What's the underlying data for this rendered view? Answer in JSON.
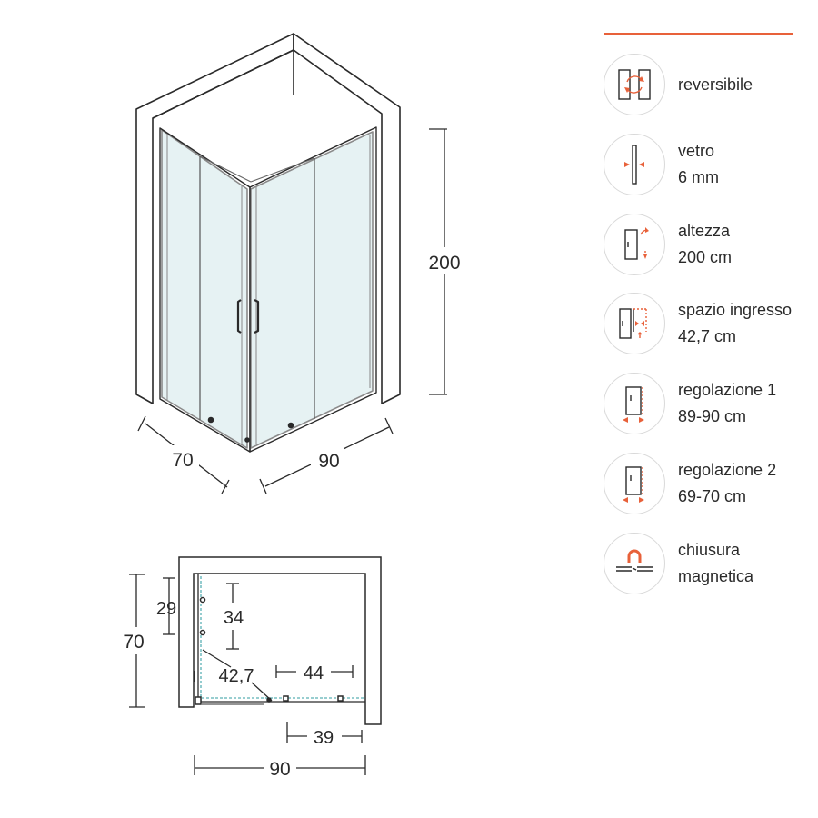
{
  "colors": {
    "accent": "#e8613a",
    "line": "#2a2a2a",
    "wall": "#ffffff",
    "glass": "#e6f2f3",
    "frame": "#9a9a9a"
  },
  "elevation": {
    "height_label": "200",
    "depth_label": "70",
    "width_label": "90"
  },
  "plan": {
    "depth_label": "70",
    "door_a_label": "29",
    "door_b_label": "34",
    "entry_label": "42,7",
    "door_c_label": "44",
    "door_d_label": "39",
    "width_label": "90"
  },
  "features": [
    {
      "icon": "reversible-icon",
      "line1": "reversibile",
      "line2": ""
    },
    {
      "icon": "glass-thickness-icon",
      "line1": "vetro",
      "line2": "6 mm"
    },
    {
      "icon": "height-icon",
      "line1": "altezza",
      "line2": "200 cm"
    },
    {
      "icon": "entry-space-icon",
      "line1": "spazio ingresso",
      "line2": "42,7 cm"
    },
    {
      "icon": "adjustment-1-icon",
      "line1": "regolazione 1",
      "line2": "89-90 cm"
    },
    {
      "icon": "adjustment-2-icon",
      "line1": "regolazione 2",
      "line2": "69-70 cm"
    },
    {
      "icon": "magnetic-closure-icon",
      "line1": "chiusura",
      "line2": "magnetica"
    }
  ]
}
